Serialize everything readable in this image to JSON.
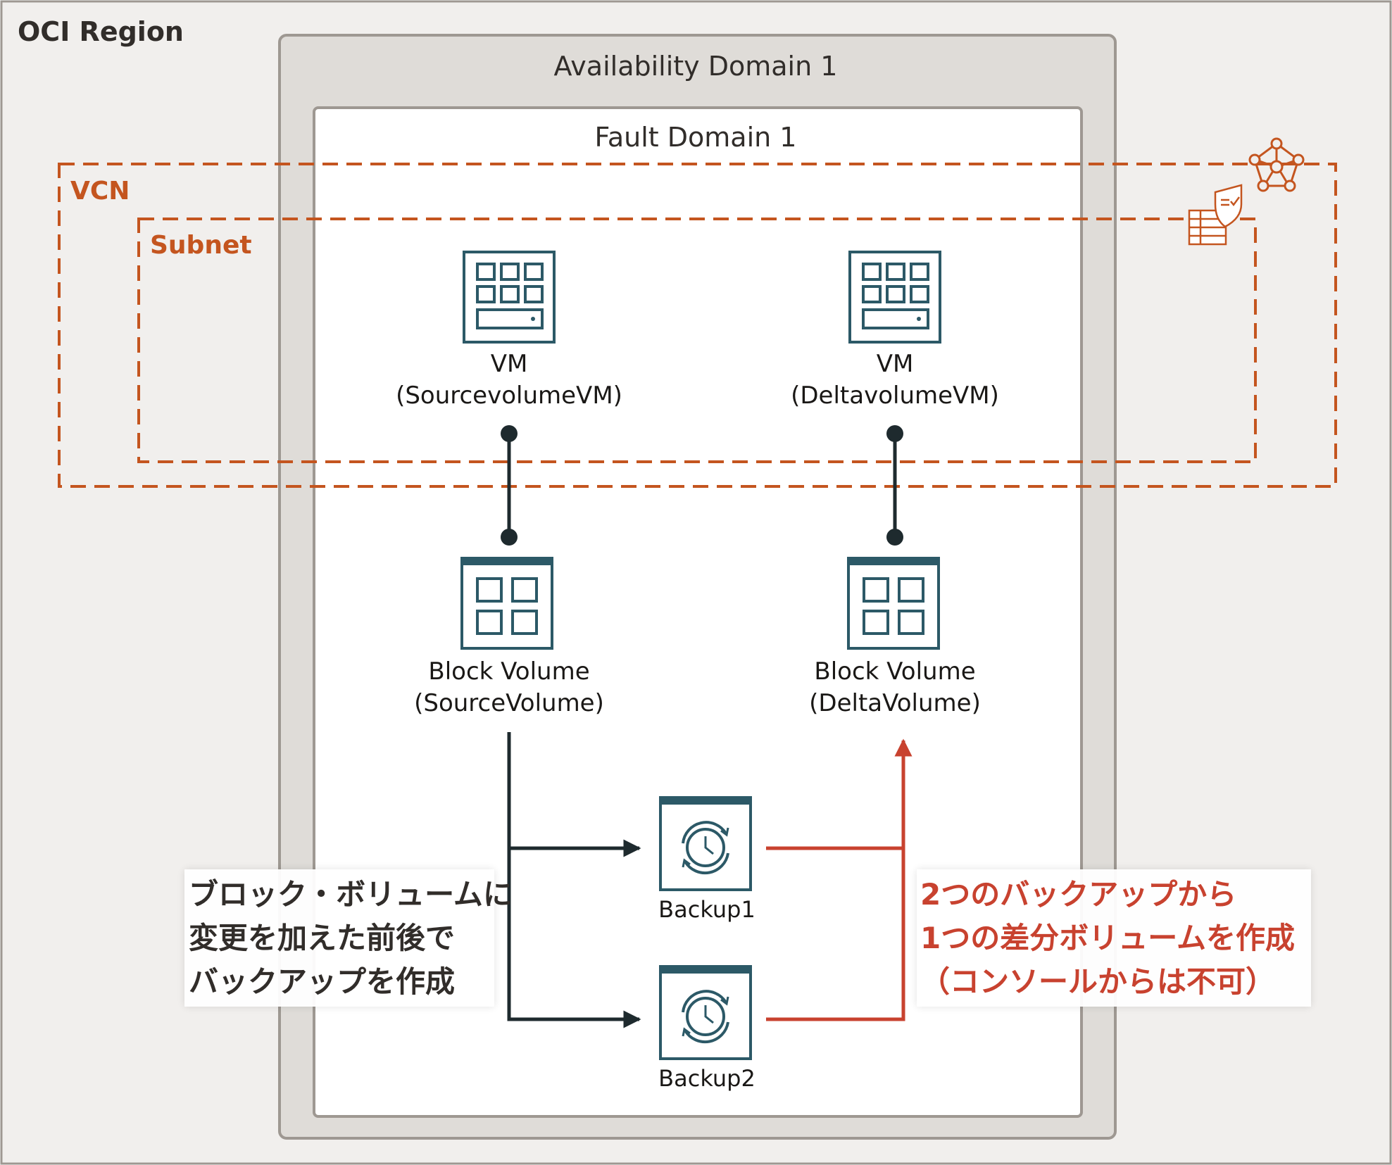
{
  "region": {
    "label": "OCI Region"
  },
  "availability_domain": {
    "label": "Availability Domain 1"
  },
  "fault_domain": {
    "label": "Fault Domain 1"
  },
  "vcn": {
    "label": "VCN",
    "icon": "vcn-icon"
  },
  "subnet": {
    "label": "Subnet",
    "icon": "security-list-icon"
  },
  "source_vm": {
    "line1": "VM",
    "line2": "(SourcevolumeVM)",
    "icon": "vm-icon"
  },
  "delta_vm": {
    "line1": "VM",
    "line2": "(DeltavolumeVM)",
    "icon": "vm-icon"
  },
  "source_volume": {
    "line1": "Block Volume",
    "line2": "(SourceVolume)",
    "icon": "block-volume-icon"
  },
  "delta_volume": {
    "line1": "Block Volume",
    "line2": "(DeltaVolume)",
    "icon": "block-volume-icon"
  },
  "backup1": {
    "label": "Backup1",
    "icon": "backup-icon"
  },
  "backup2": {
    "label": "Backup2",
    "icon": "backup-icon"
  },
  "note_left": {
    "lines": [
      "ブロック・ボリュームに",
      "変更を加えた前後で",
      "バックアップを作成"
    ]
  },
  "note_right": {
    "lines": [
      "2つのバックアップから",
      "1つの差分ボリュームを作成",
      "（コンソールからは不可）"
    ]
  },
  "colors": {
    "region_bg": "#f1efed",
    "ad_bg": "#dfdcd8",
    "border": "#9e9892",
    "network": "#c4551f",
    "icon": "#2c5967",
    "connector": "#1e2a2e",
    "highlight": "#c8422f",
    "text": "#312d2a"
  }
}
